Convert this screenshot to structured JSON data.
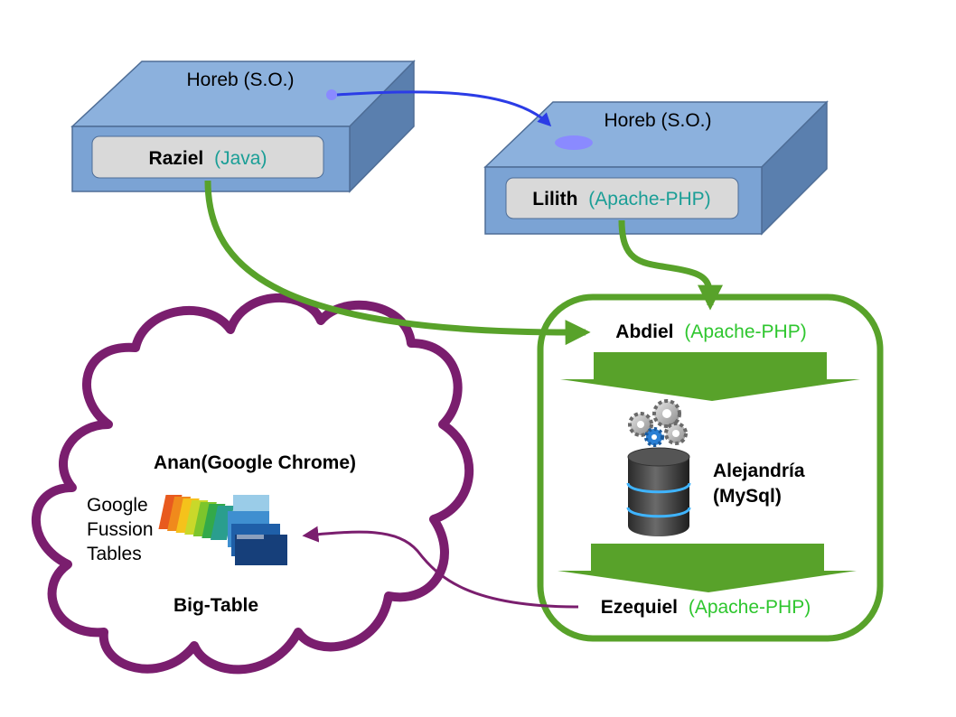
{
  "colors": {
    "box_front": "#7ba3d4",
    "box_top": "#8cb1dd",
    "box_side": "#5a7fae",
    "box_stroke": "#4e6d96",
    "panel_fill": "#d9d9d9",
    "teal": "#1a9e96",
    "green": "#2ec62e",
    "green_line": "#58a22a",
    "blue_arrow": "#2b3ce6",
    "purple": "#7a1e6e"
  },
  "server1": {
    "os_label": "Horeb (S.O.)",
    "app_name": "Raziel",
    "app_tech": "(Java)"
  },
  "server2": {
    "os_label": "Horeb (S.O.)",
    "app_name": "Lilith",
    "app_tech": "(Apache-PHP)"
  },
  "container": {
    "top_node": {
      "name": "Abdiel",
      "tech": "(Apache-PHP)"
    },
    "database": {
      "line1": "Alejandría",
      "line2": "(MySql)",
      "icon": "database-gears-icon"
    },
    "bottom_node": {
      "name": "Ezequiel",
      "tech": "(Apache-PHP)"
    }
  },
  "cloud": {
    "title": "Anan(Google Chrome)",
    "service_lines": [
      "Google",
      "Fussion",
      "Tables"
    ],
    "icon": "folders-icon",
    "footer": "Big-Table"
  }
}
